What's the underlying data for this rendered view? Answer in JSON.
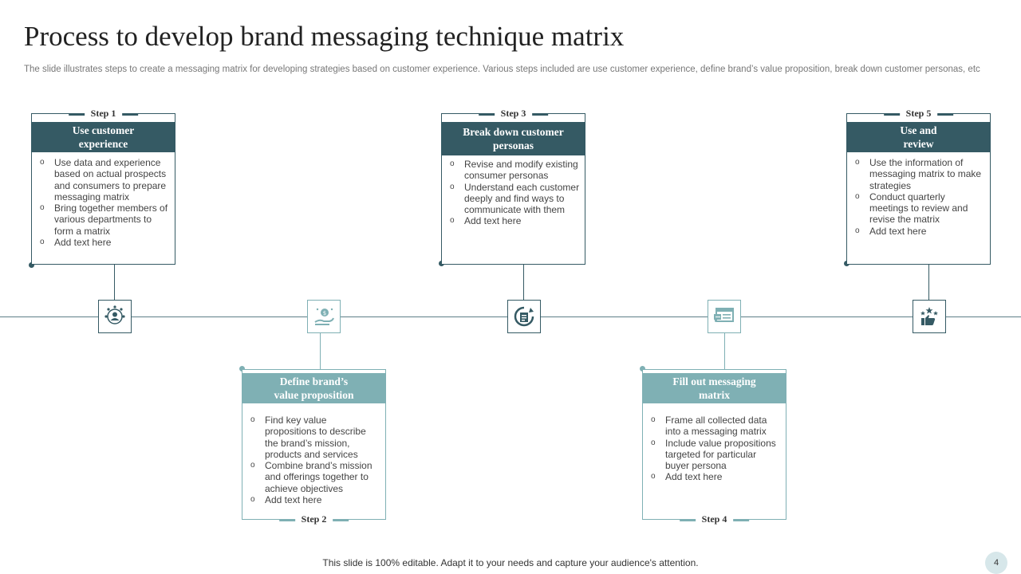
{
  "slide": {
    "title": "Process to develop brand messaging technique matrix",
    "subtitle": "The slide illustrates steps to create a messaging matrix for developing strategies based on customer experience. Various steps included are use customer experience, define brand’s value proposition, break down customer personas, etc"
  },
  "steps": [
    {
      "label": "Step 1",
      "title": "Use customer experience",
      "bullets": [
        "Use data and experience based on actual prospects and consumers to prepare messaging matrix",
        "Bring together members of various departments to form a matrix",
        "Add text here"
      ],
      "icon": "customer-group-icon"
    },
    {
      "label": "Step 2",
      "title": "Define brand’s value proposition",
      "bullets": [
        "Find key value propositions to describe the brand’s mission, products and services",
        "Combine brand’s mission and offerings together to achieve objectives",
        "Add text here"
      ],
      "icon": "hand-money-icon"
    },
    {
      "label": "Step 3",
      "title": "Break down customer personas",
      "bullets": [
        "Revise and modify existing consumer personas",
        "Understand each customer deeply and find ways to communicate with them",
        "Add text here"
      ],
      "icon": "persona-document-icon"
    },
    {
      "label": "Step 4",
      "title": "Fill out messaging matrix",
      "bullets": [
        "Frame all collected data into a messaging matrix",
        "Include value propositions targeted for particular buyer persona",
        "Add text here"
      ],
      "icon": "message-window-icon"
    },
    {
      "label": "Step 5",
      "title": "Use and review",
      "bullets": [
        "Use the information of messaging matrix to make strategies",
        "Conduct quarterly meetings to review and revise the matrix",
        "Add text here"
      ],
      "icon": "thumbs-up-stars-icon"
    }
  ],
  "colors": {
    "dark_teal": "#355a64",
    "light_teal": "#7fb0b4",
    "timeline": "#5e7f87"
  },
  "footer": {
    "note": "This slide is 100% editable. Adapt it to your needs and capture your audience's attention.",
    "page_number": "4"
  }
}
